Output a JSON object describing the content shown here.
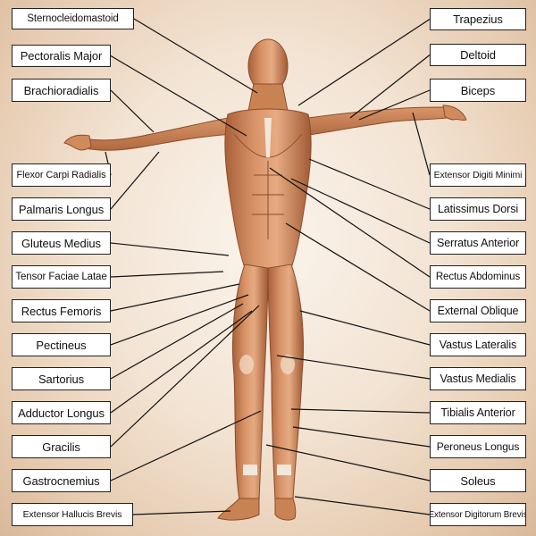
{
  "diagram": {
    "left_labels": [
      "Sternocleidomastoid",
      "Pectoralis Major",
      "Brachioradialis",
      "Flexor Carpi Radialis",
      "Palmaris Longus",
      "Gluteus Medius",
      "Tensor Faciae Latae",
      "Rectus Femoris",
      "Pectineus",
      "Sartorius",
      "Adductor Longus",
      "Gracilis",
      "Gastrocnemius",
      "Extensor Hallucis Brevis"
    ],
    "right_labels": [
      "Trapezius",
      "Deltoid",
      "Biceps",
      "Extensor Digiti Minimi",
      "Latissimus Dorsi",
      "Serratus Anterior",
      "Rectus Abdominus",
      "External Oblique",
      "Vastus Lateralis",
      "Vastus Medialis",
      "Tibialis Anterior",
      "Peroneus Longus",
      "Soleus",
      "Extensor Digitorum Brevis"
    ],
    "colors": {
      "muscle": "#c98252",
      "muscle_light": "#e2a57a",
      "muscle_dark": "#8e4b2a",
      "tendon": "#f3e6da",
      "line": "#111111"
    }
  }
}
